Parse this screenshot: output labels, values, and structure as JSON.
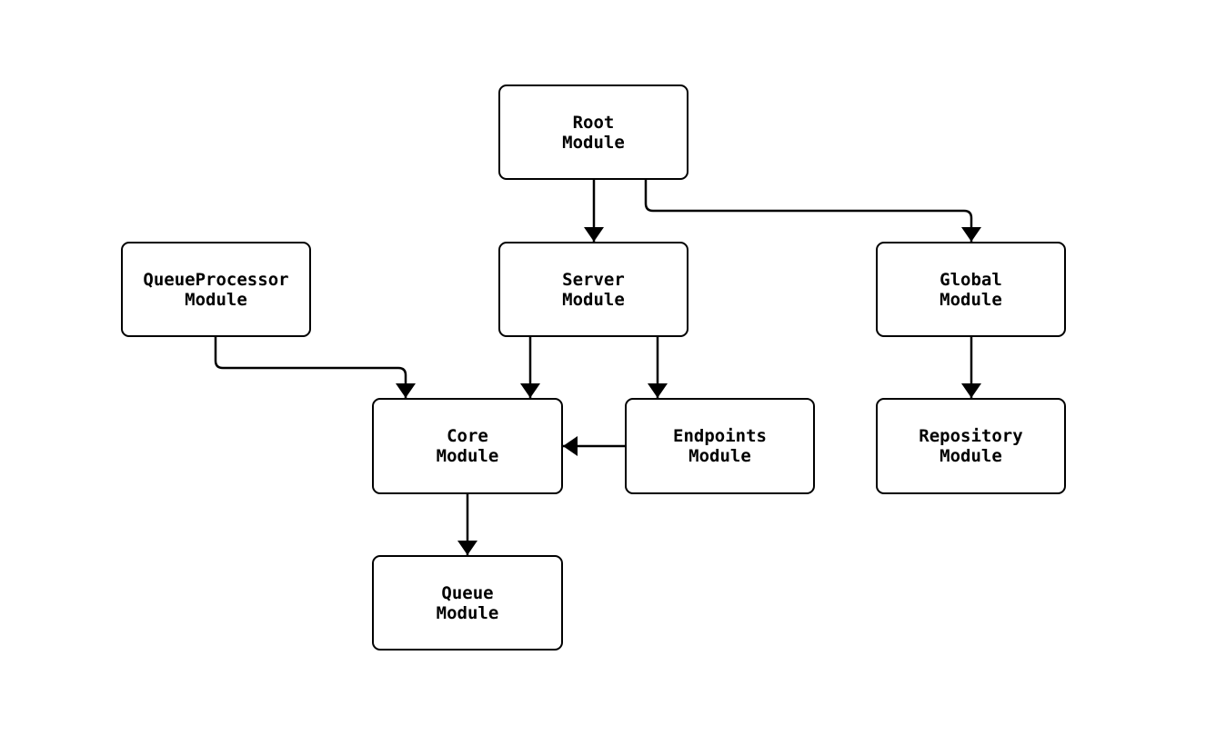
{
  "diagram": {
    "type": "flowchart",
    "background": "#ffffff",
    "stroke_color": "#000000",
    "node_fill": "#ffffff",
    "text_color": "#000000",
    "nodes": [
      {
        "id": "root",
        "label": "Root\nModule"
      },
      {
        "id": "server",
        "label": "Server\nModule"
      },
      {
        "id": "global",
        "label": "Global\nModule"
      },
      {
        "id": "queue-processor",
        "label": "QueueProcessor\nModule"
      },
      {
        "id": "core",
        "label": "Core\nModule"
      },
      {
        "id": "endpoints",
        "label": "Endpoints\nModule"
      },
      {
        "id": "repository",
        "label": "Repository\nModule"
      },
      {
        "id": "queue",
        "label": "Queue\nModule"
      }
    ],
    "edges": [
      {
        "from": "Root Module",
        "to": "Server Module"
      },
      {
        "from": "Root Module",
        "to": "Global Module"
      },
      {
        "from": "QueueProcessor Module",
        "to": "Core Module"
      },
      {
        "from": "Server Module",
        "to": "Core Module"
      },
      {
        "from": "Server Module",
        "to": "Endpoints Module"
      },
      {
        "from": "Endpoints Module",
        "to": "Core Module"
      },
      {
        "from": "Global Module",
        "to": "Repository Module"
      },
      {
        "from": "Core Module",
        "to": "Queue Module"
      }
    ]
  }
}
